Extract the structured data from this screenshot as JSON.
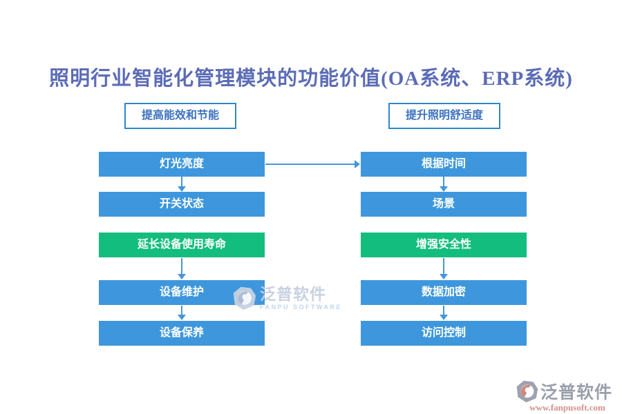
{
  "title": "照明行业智能化管理模块的功能价值(OA系统、ERP系统)",
  "colors": {
    "node_blue": "#3e97dc",
    "node_green": "#13bd7e",
    "arrow_blue": "#4795db",
    "header_border": "#2e86c8",
    "header_text": "#3b72c0",
    "title_text": "#5b6cb6",
    "watermark_center_text": "#c7cfe0",
    "watermark_corner_text": "#999fab",
    "watermark_url": "#d5908a"
  },
  "columns": [
    {
      "header": "提高能效和节能",
      "nodes": [
        {
          "label": "灯光亮度",
          "color": "blue"
        },
        {
          "label": "开关状态",
          "color": "blue"
        },
        {
          "label": "延长设备使用寿命",
          "color": "green"
        },
        {
          "label": "设备维护",
          "color": "blue"
        },
        {
          "label": "设备保养",
          "color": "blue"
        }
      ]
    },
    {
      "header": "提升照明舒适度",
      "nodes": [
        {
          "label": "根据时间",
          "color": "blue"
        },
        {
          "label": "场景",
          "color": "blue"
        },
        {
          "label": "增强安全性",
          "color": "green"
        },
        {
          "label": "数据加密",
          "color": "blue"
        },
        {
          "label": "访问控制",
          "color": "blue"
        }
      ]
    }
  ],
  "watermark_center": {
    "brand": "泛普软件",
    "sub": "FANPU SOFTWARE"
  },
  "watermark_corner": {
    "brand": "泛普软件",
    "url": "www.fanpusoft.com"
  }
}
